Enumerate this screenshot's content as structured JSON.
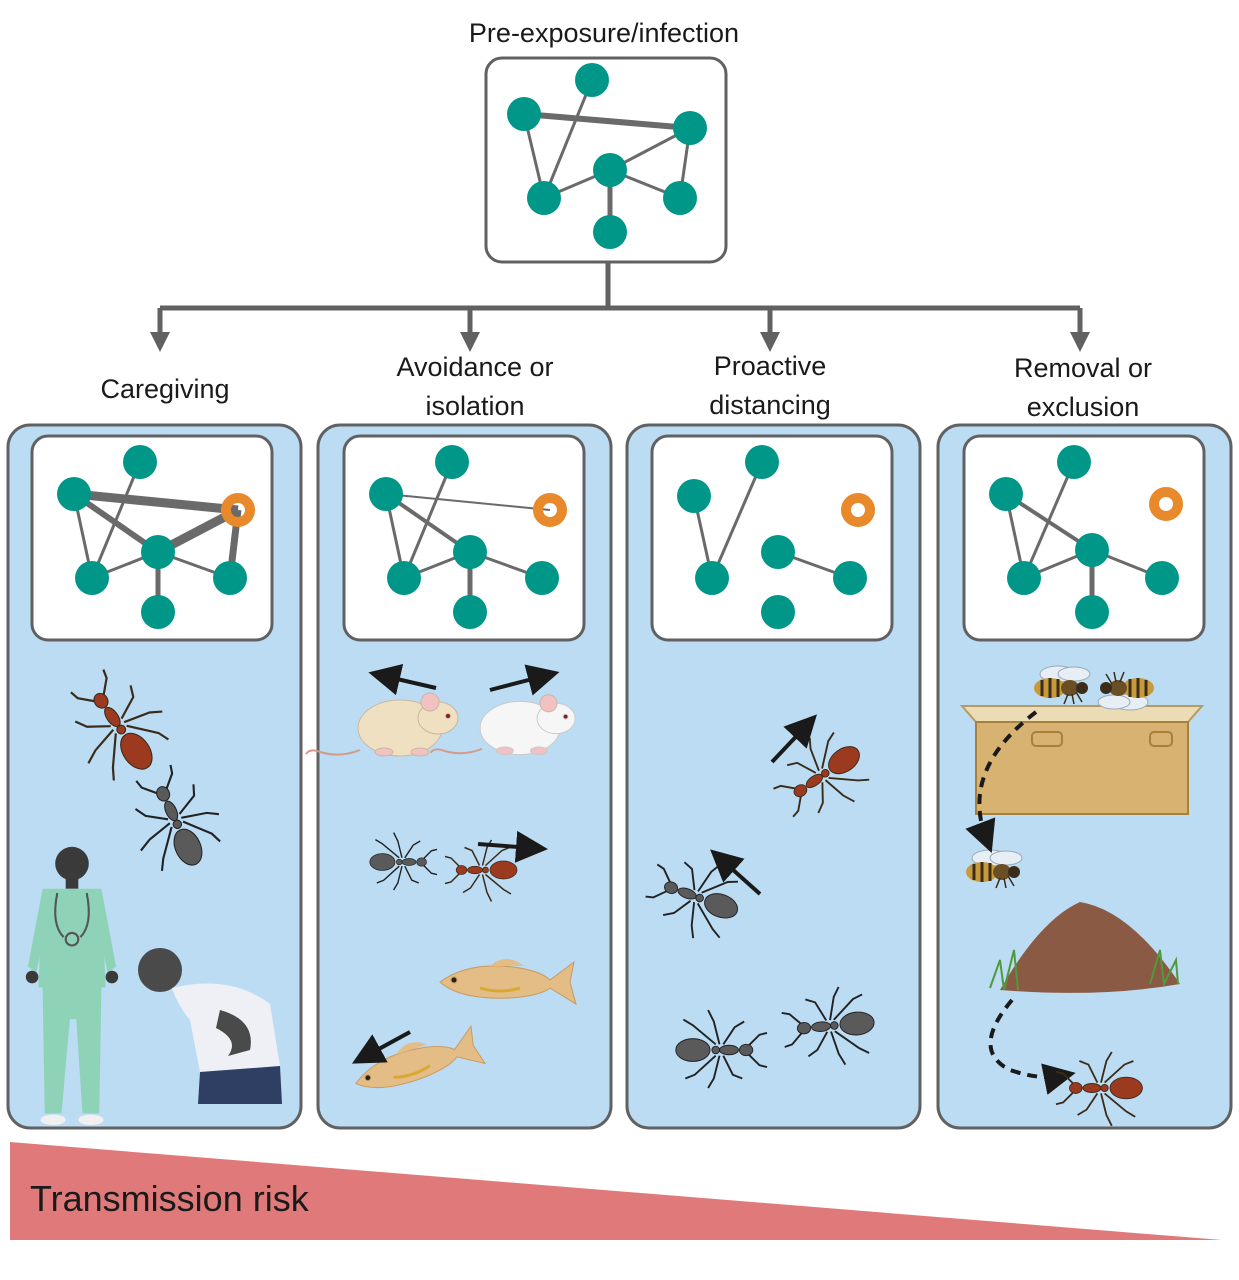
{
  "top": {
    "title": "Pre-exposure/infection"
  },
  "panels": [
    {
      "id": "caregiving",
      "label_lines": [
        "Caregiving"
      ]
    },
    {
      "id": "avoidance",
      "label_lines": [
        "Avoidance or",
        "isolation"
      ]
    },
    {
      "id": "proactive",
      "label_lines": [
        "Proactive",
        "distancing"
      ]
    },
    {
      "id": "removal",
      "label_lines": [
        "Removal or",
        "exclusion"
      ]
    }
  ],
  "risk": {
    "label": "Transmission risk"
  },
  "colors": {
    "node": "#009688",
    "infected": "#e8892b",
    "panel_bg": "#bcdcf3",
    "frame": "#616161",
    "edge": "#6a6a6a",
    "risk": "#e07a7a"
  },
  "icons": [
    "ant-icon",
    "mouse-icon",
    "fish-icon",
    "bee-icon",
    "hive-icon",
    "anthill-icon",
    "healthcare-worker-icon",
    "sick-person-icon"
  ]
}
